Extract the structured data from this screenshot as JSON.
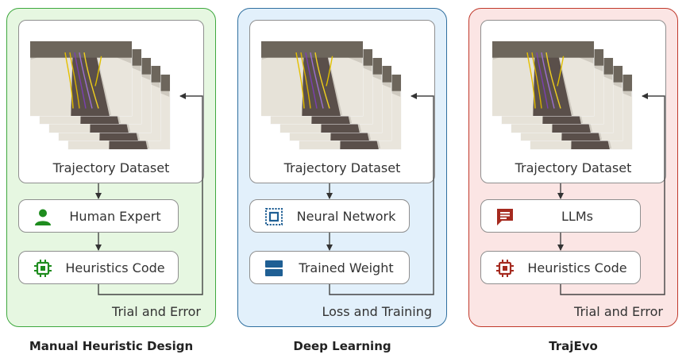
{
  "panels": [
    {
      "caption": "Manual Heuristic Design",
      "dataset_label": "Trajectory Dataset",
      "step1_label": "Human Expert",
      "step1_icon": "person-icon",
      "step2_label": "Heuristics Code",
      "step2_icon": "chip-icon",
      "loop_label": "Trial and Error",
      "border_color": "#3ea83e",
      "fill_color": "#e6f7e1",
      "icon_color": "#1e8c1e"
    },
    {
      "caption": "Deep Learning",
      "dataset_label": "Trajectory Dataset",
      "step1_label": "Neural Network",
      "step1_icon": "network-chip-icon",
      "step2_label": "Trained Weight",
      "step2_icon": "weights-icon",
      "loop_label": "Loss and Training",
      "border_color": "#2f6f9f",
      "fill_color": "#e2f0fb",
      "icon_color": "#1f5f94"
    },
    {
      "caption": "TrajEvo",
      "dataset_label": "Trajectory Dataset",
      "step1_label": "LLMs",
      "step1_icon": "chat-icon",
      "step2_label": "Heuristics Code",
      "step2_icon": "chip-icon",
      "loop_label": "Trial and Error",
      "border_color": "#c0392b",
      "fill_color": "#fbe5e4",
      "icon_color": "#a52a1f"
    }
  ]
}
